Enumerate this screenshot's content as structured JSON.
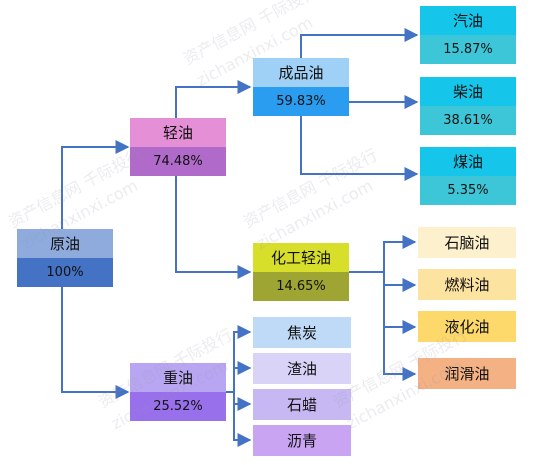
{
  "nodes": {
    "crude": {
      "name": "原油",
      "value": "100%"
    },
    "light": {
      "name": "轻油",
      "value": "74.48%"
    },
    "heavy": {
      "name": "重油",
      "value": "25.52%"
    },
    "refined": {
      "name": "成品油",
      "value": "59.83%"
    },
    "chem_light": {
      "name": "化工轻油",
      "value": "14.65%"
    },
    "gasoline": {
      "name": "汽油",
      "value": "15.87%"
    },
    "diesel": {
      "name": "柴油",
      "value": "38.61%"
    },
    "kerosene": {
      "name": "煤油",
      "value": "5.35%"
    },
    "naphtha": {
      "name": "石脑油"
    },
    "fuel_oil": {
      "name": "燃料油"
    },
    "lpg": {
      "name": "液化油"
    },
    "lube": {
      "name": "润滑油"
    },
    "coke": {
      "name": "焦炭"
    },
    "residue": {
      "name": "渣油"
    },
    "wax": {
      "name": "石蜡"
    },
    "asphalt": {
      "name": "沥青"
    }
  },
  "watermark": {
    "cn": "资产信息网 千际投行",
    "en": "zichanxinxi.com"
  },
  "colors": {
    "connector": "#4472c4"
  }
}
